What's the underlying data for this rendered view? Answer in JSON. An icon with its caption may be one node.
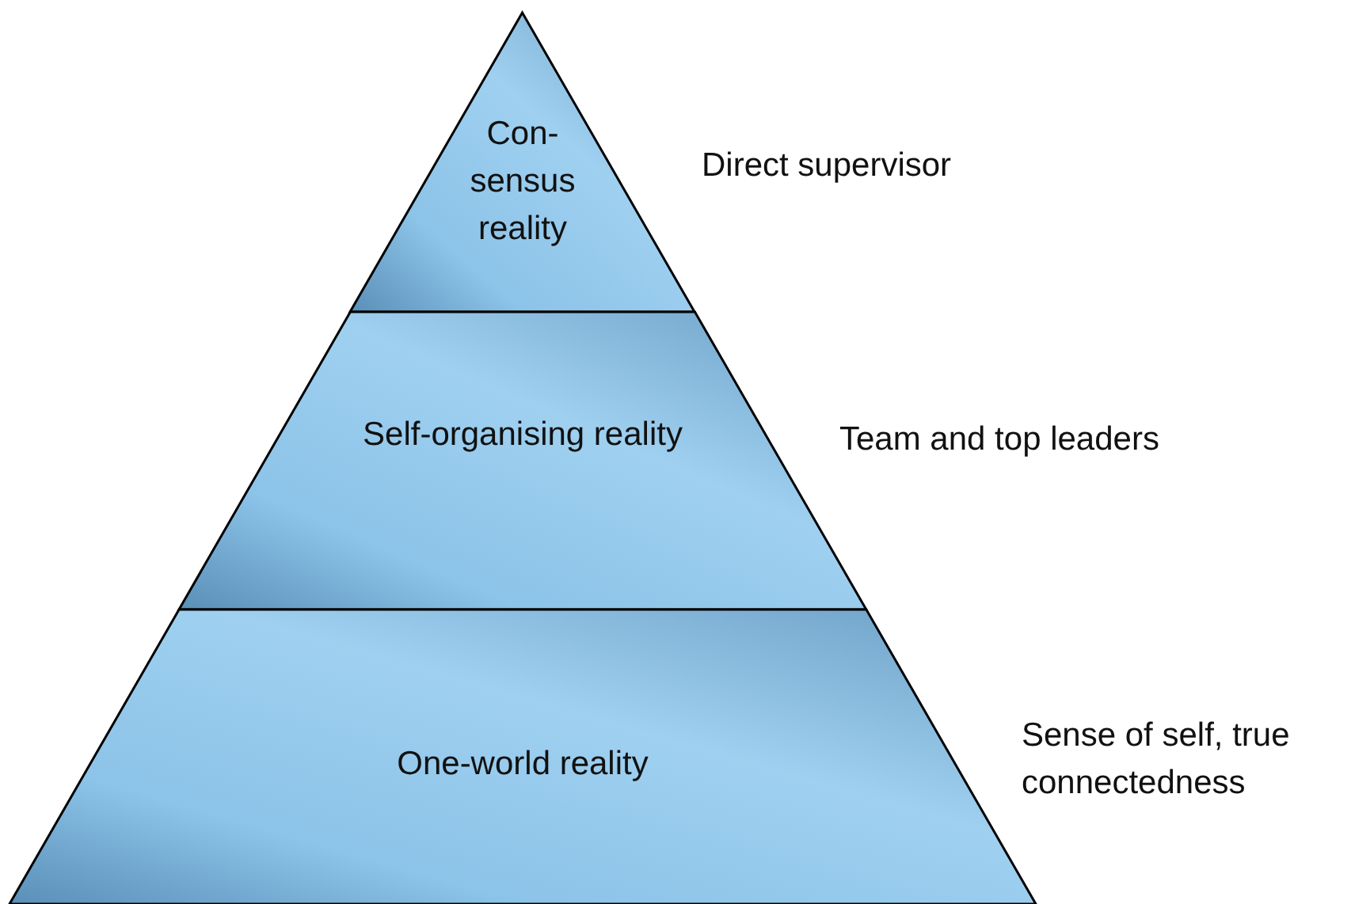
{
  "diagram": {
    "nodes": [
      {
        "text": [
          "Con-sensus reality"
        ],
        "beside": [
          "Direct supervisor"
        ]
      },
      {
        "text": [
          "Self-organising reality"
        ],
        "beside": [
          "Team and top leaders"
        ]
      },
      {
        "text": [
          "One-world reality"
        ],
        "beside": [
          "Sense of self, true connectedness"
        ]
      }
    ]
  }
}
